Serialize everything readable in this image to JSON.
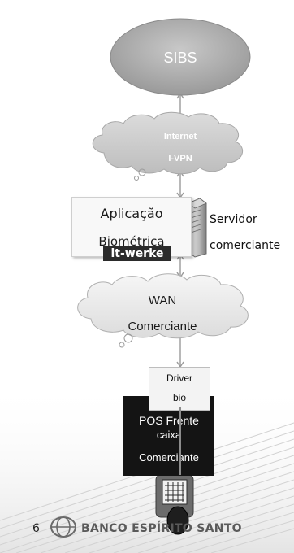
{
  "nodes": {
    "sibs": {
      "label": "SIBS"
    },
    "internet": {
      "line1": "Internet",
      "line2": "I-VPN"
    },
    "application": {
      "line1": "Aplicação",
      "line2": "Biométrica",
      "badge": "it-werke"
    },
    "server": {
      "line1": "Servidor",
      "line2": "comerciante"
    },
    "wan": {
      "line1": "WAN",
      "line2": "Comerciante"
    },
    "driver": {
      "line1": "Driver",
      "line2": "bio"
    },
    "pos": {
      "line1": "POS Frente",
      "line2": "caixa",
      "line3": "Comerciante"
    }
  },
  "footer": {
    "page_number": "6",
    "bank_name": "BANCO ESPÍRITO SANTO"
  },
  "icons": [
    "server-tower-icon",
    "pos-terminal-icon",
    "fingerprint-reader-icon",
    "bank-logo-icon"
  ]
}
